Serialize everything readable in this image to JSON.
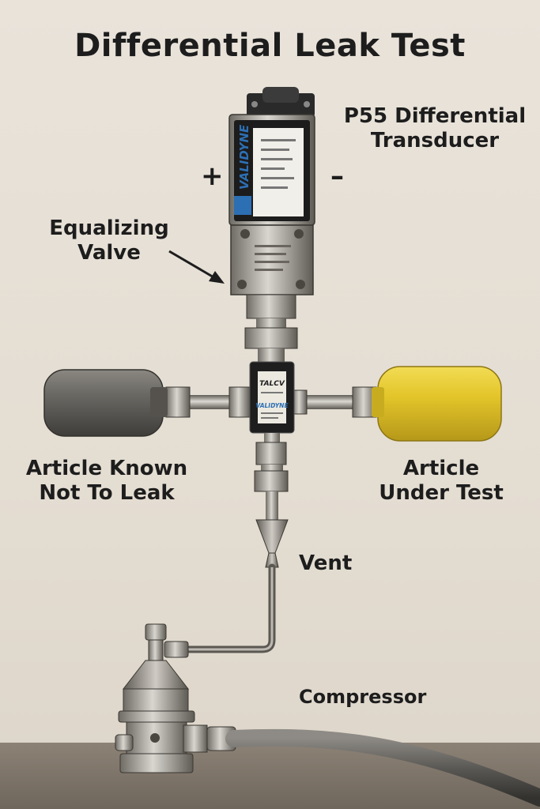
{
  "title": "Differential Leak Test",
  "labels": {
    "transducer_line1": "P55 Differential",
    "transducer_line2": "Transducer",
    "plus": "+",
    "minus": "–",
    "equalizing_line1": "Equalizing",
    "equalizing_line2": "Valve",
    "known_line1": "Article Known",
    "known_line2": "Not To Leak",
    "undertest_line1": "Article",
    "undertest_line2": "Under Test",
    "vent": "Vent",
    "compressor": "Compressor"
  },
  "device_text": {
    "transducer_brand": "VALIDYNE",
    "valve_brand_top": "TALCV",
    "valve_brand_bottom": "VALIDYNE"
  },
  "colors": {
    "known_article": "#6a6863",
    "article_under_test": "#e3c52a",
    "steel": "#a8a49c",
    "transducer_face": "#1c1c1c",
    "text": "#1d1d1d"
  },
  "icons": [
    "arrow-pointer-icon"
  ]
}
